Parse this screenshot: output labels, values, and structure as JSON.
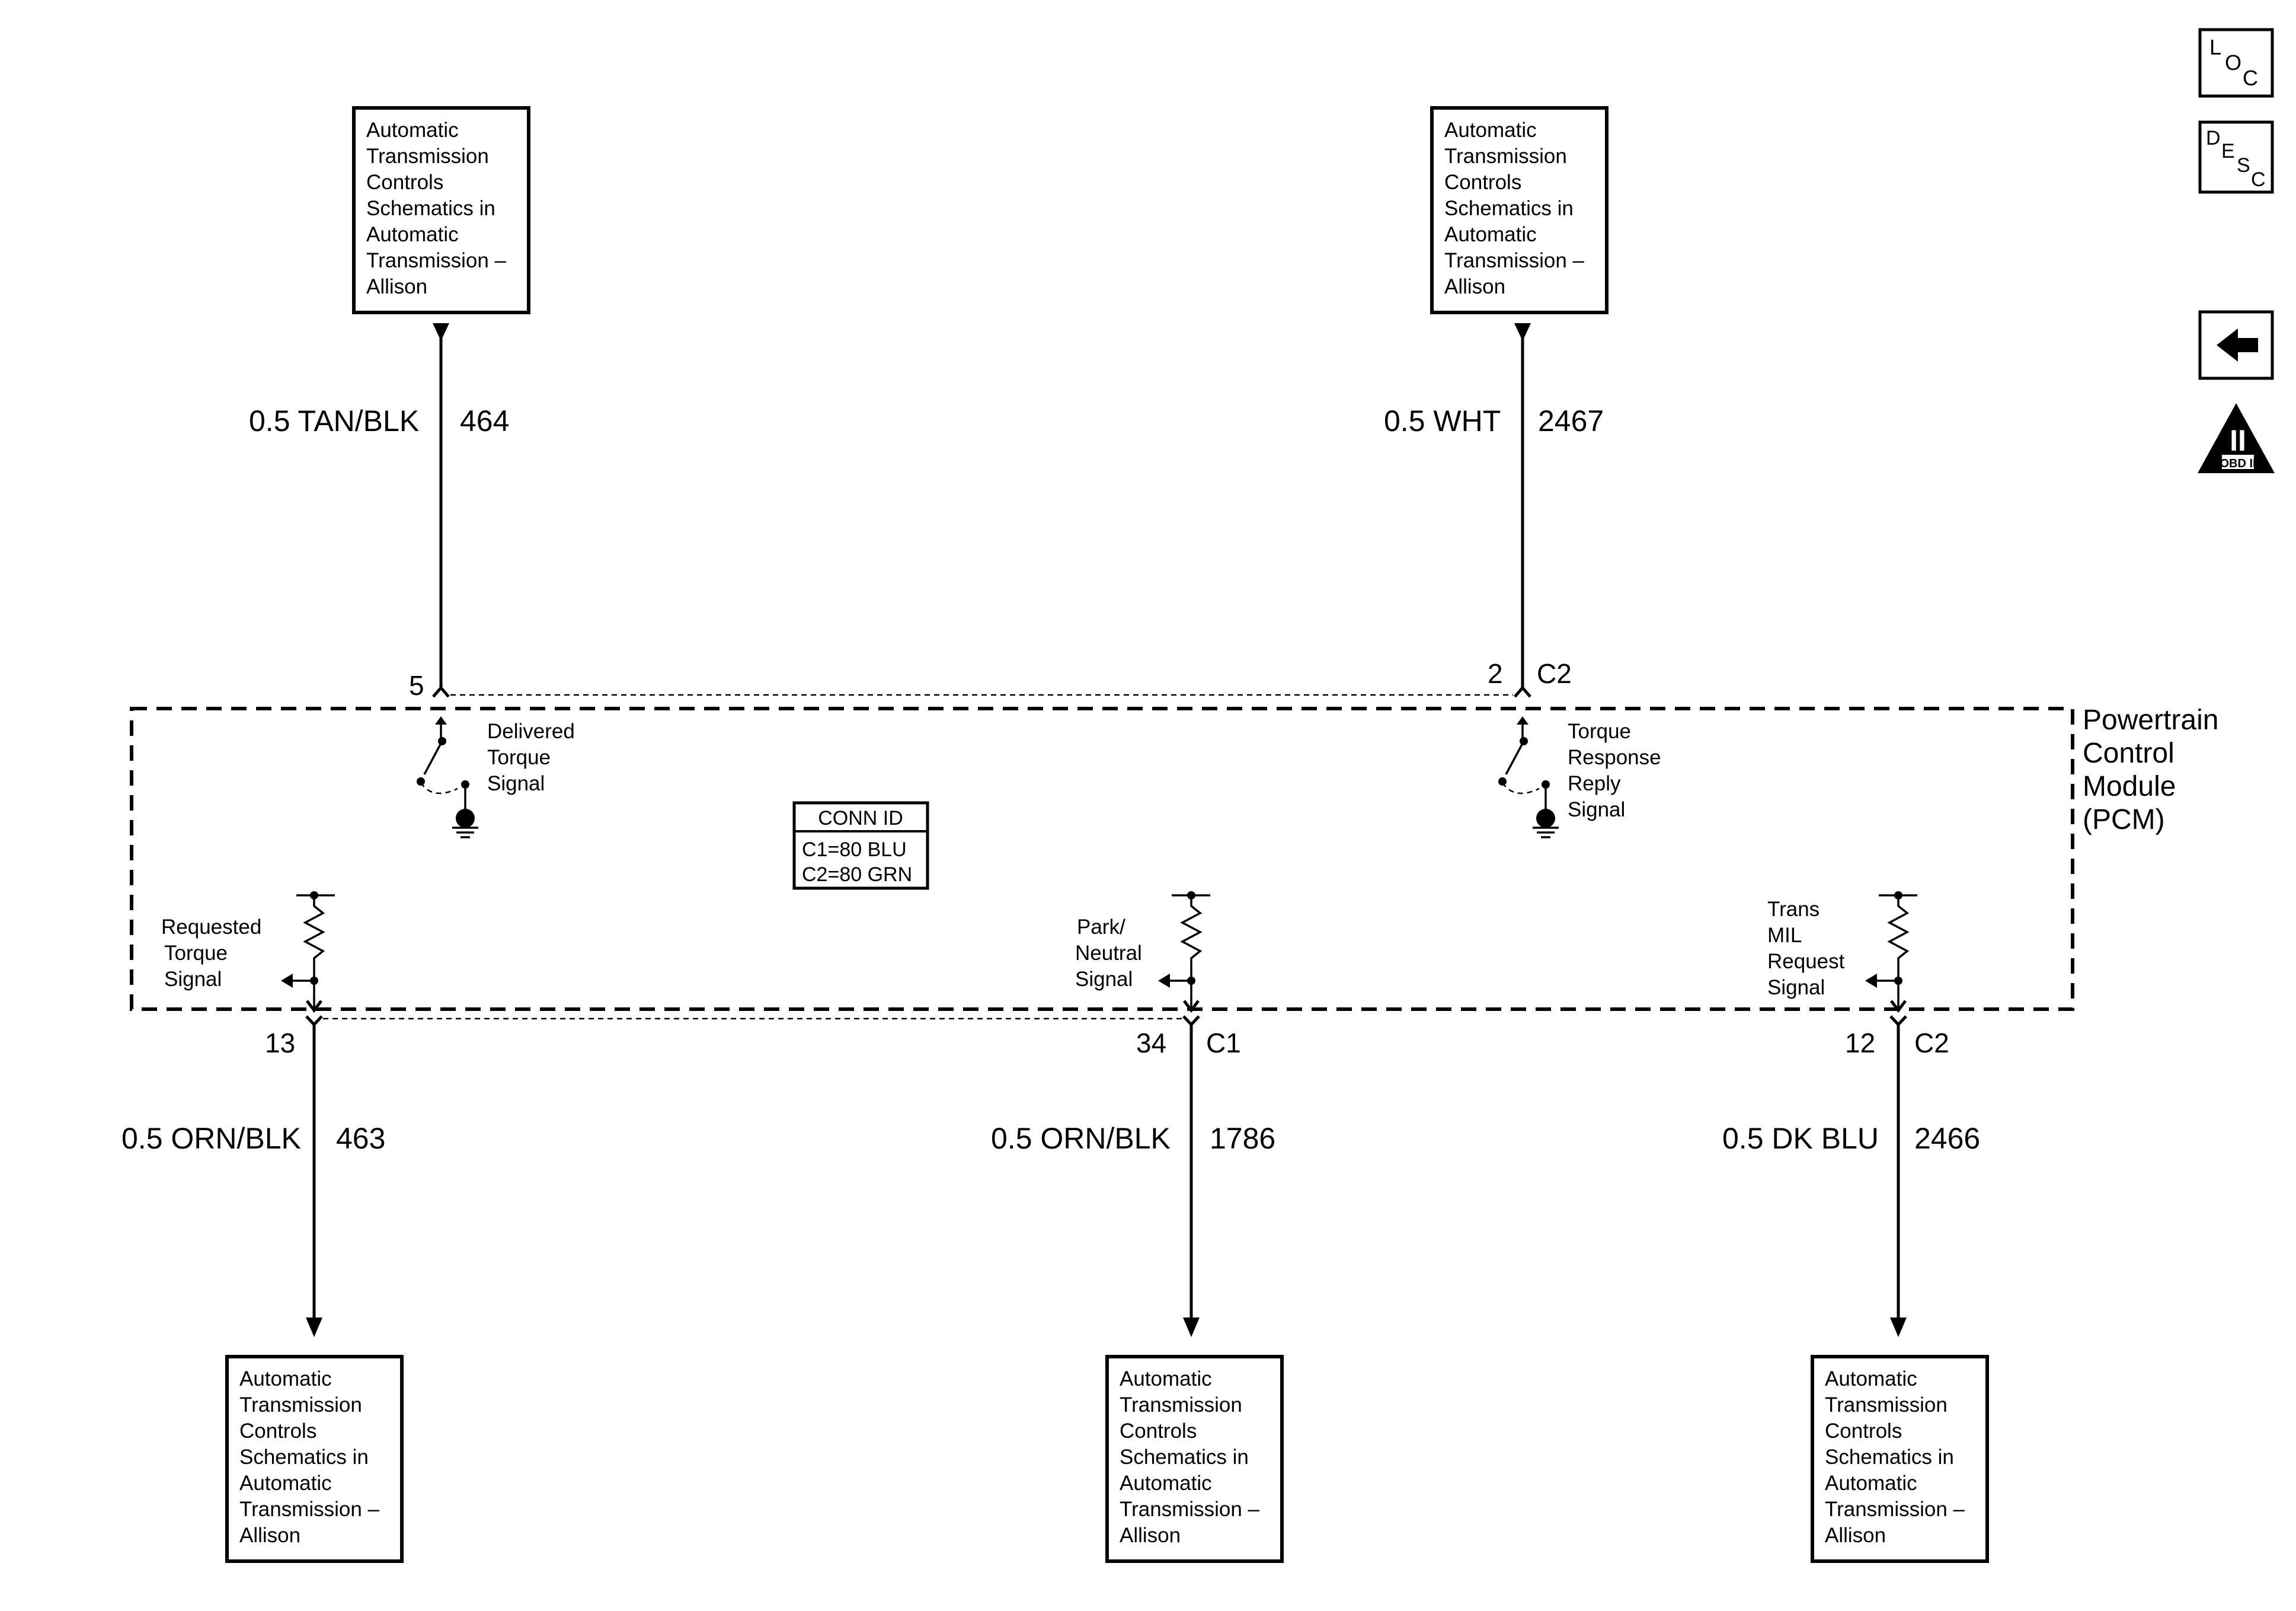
{
  "destination_boxes": {
    "top_left": [
      "Automatic",
      "Transmission",
      "Controls",
      "Schematics in",
      "Automatic",
      "Transmission –",
      "Allison"
    ],
    "top_right": [
      "Automatic",
      "Transmission",
      "Controls",
      "Schematics in",
      "Automatic",
      "Transmission –",
      "Allison"
    ],
    "bottom_left": [
      "Automatic",
      "Transmission",
      "Controls",
      "Schematics in",
      "Automatic",
      "Transmission –",
      "Allison"
    ],
    "bottom_middle": [
      "Automatic",
      "Transmission",
      "Controls",
      "Schematics in",
      "Automatic",
      "Transmission –",
      "Allison"
    ],
    "bottom_right": [
      "Automatic",
      "Transmission",
      "Controls",
      "Schematics in",
      "Automatic",
      "Transmission –",
      "Allison"
    ]
  },
  "wires": {
    "w464": {
      "color": "0.5 TAN/BLK",
      "circuit": "464",
      "pin": "5",
      "connector": ""
    },
    "w2467": {
      "color": "0.5 WHT",
      "circuit": "2467",
      "pin": "2",
      "connector": "C2"
    },
    "w463": {
      "color": "0.5 ORN/BLK",
      "circuit": "463",
      "pin": "13",
      "connector": ""
    },
    "w1786": {
      "color": "0.5 ORN/BLK",
      "circuit": "1786",
      "pin": "34",
      "connector": "C1"
    },
    "w2466": {
      "color": "0.5 DK BLU",
      "circuit": "2466",
      "pin": "12",
      "connector": "C2"
    }
  },
  "module": {
    "name_lines": [
      "Powertrain",
      "Control",
      "Module",
      "(PCM)"
    ]
  },
  "signals": {
    "delivered_torque": [
      "Delivered",
      "Torque",
      "Signal"
    ],
    "torque_response": [
      "Torque",
      "Response",
      "Reply",
      "Signal"
    ],
    "requested_torque": [
      "Requested",
      "Torque",
      "Signal"
    ],
    "park_neutral": [
      "Park/",
      "Neutral",
      "Signal"
    ],
    "trans_mil": [
      "Trans",
      "MIL",
      "Request",
      "Signal"
    ]
  },
  "conn_id": {
    "title": "CONN ID",
    "lines": [
      "C1=80 BLU",
      "C2=80 GRN"
    ]
  },
  "nav": {
    "loc": {
      "l": "L",
      "o": "O",
      "c": "C"
    },
    "desc": {
      "d": "D",
      "e": "E",
      "s": "S",
      "c": "C"
    },
    "obd": {
      "numeral": "II",
      "label": "OBD II"
    }
  }
}
